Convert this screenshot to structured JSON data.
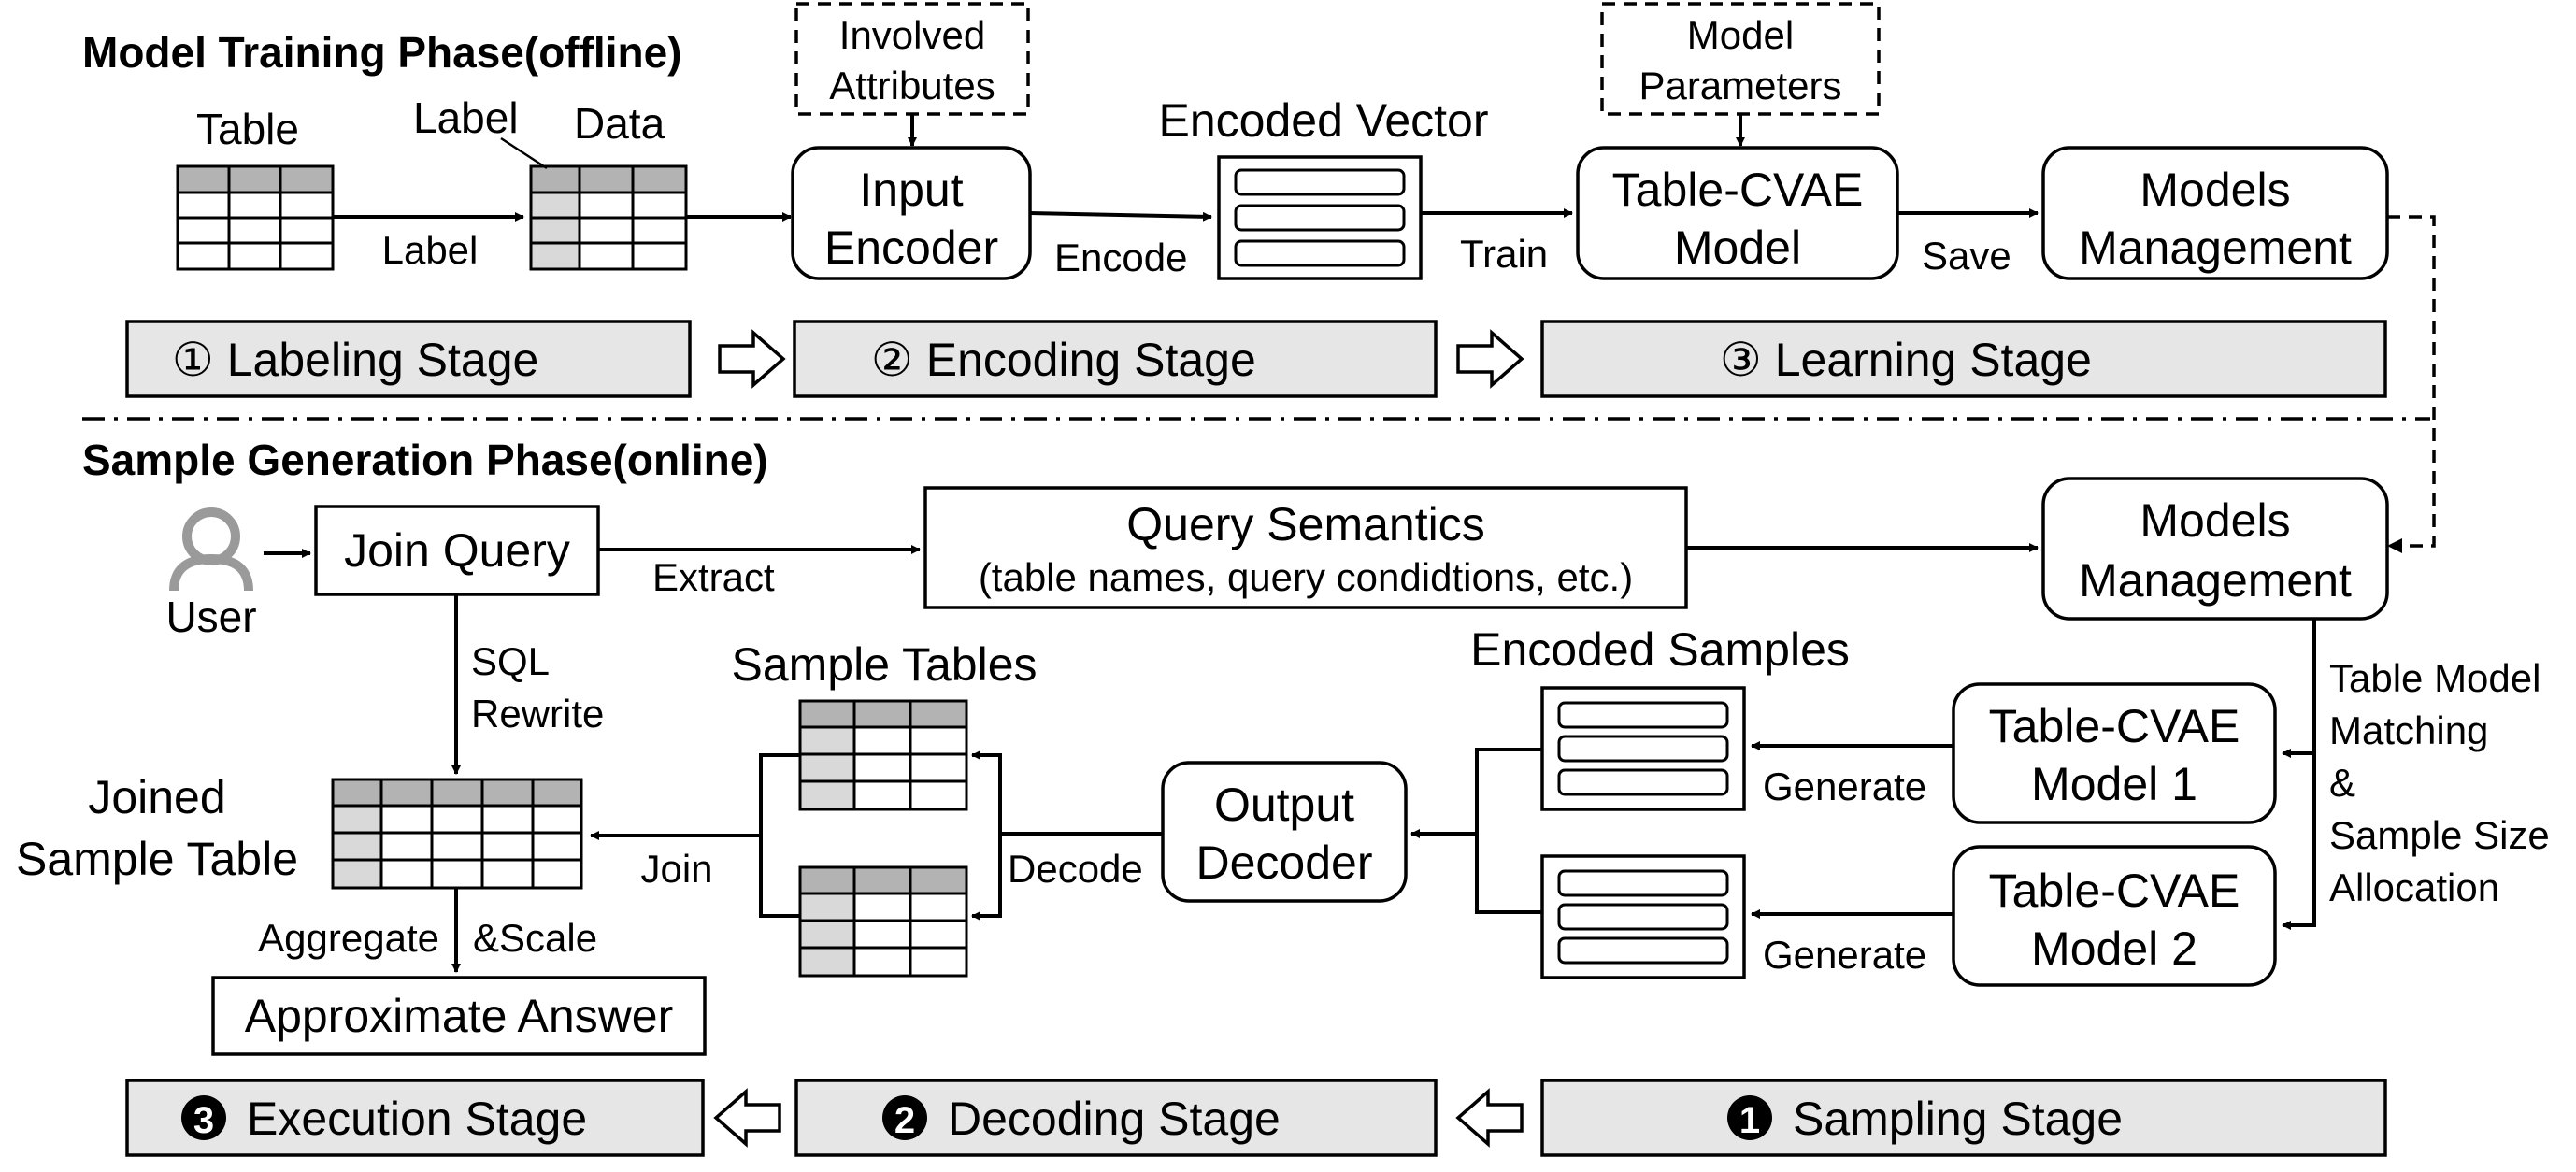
{
  "training": {
    "title": "Model Training Phase(offline)",
    "table_label": "Table",
    "labeled_label": "Label",
    "data_label": "Data",
    "edge_label": "Label",
    "involved_line1": "Involved",
    "involved_line2": "Attributes",
    "input_encoder_line1": "Input",
    "input_encoder_line2": "Encoder",
    "encode_label": "Encode",
    "encoded_vector": "Encoded Vector",
    "train_label": "Train",
    "params_line1": "Model",
    "params_line2": "Parameters",
    "cvae_line1": "Table-CVAE",
    "cvae_line2": "Model",
    "save_label": "Save",
    "mgmt_line1": "Models",
    "mgmt_line2": "Management",
    "stage1": "① Labeling Stage",
    "stage2": "② Encoding Stage",
    "stage3": "③ Learning Stage"
  },
  "generation": {
    "title": "Sample Generation Phase(online)",
    "user_label": "User",
    "join_query": "Join Query",
    "extract_label": "Extract",
    "semantics_line1": "Query Semantics",
    "semantics_line2": "(table names, query condidtions, etc.)",
    "mgmt_line1": "Models",
    "mgmt_line2": "Management",
    "sql_line1": "SQL",
    "sql_line2": "Rewrite",
    "sample_tables": "Sample Tables",
    "encoded_samples": "Encoded Samples",
    "matching_line1": "Table Model",
    "matching_line2": "Matching",
    "matching_line3": "&",
    "matching_line4": "Sample Size",
    "matching_line5": "Allocation",
    "cvae1_line1": "Table-CVAE",
    "cvae1_line2": "Model 1",
    "cvae2_line1": "Table-CVAE",
    "cvae2_line2": "Model 2",
    "generate_label": "Generate",
    "output_decoder_line1": "Output",
    "output_decoder_line2": "Decoder",
    "decode_label": "Decode",
    "join_label": "Join",
    "joined_line1": "Joined",
    "joined_line2": "Sample Table",
    "aggregate_label": "Aggregate",
    "scale_label": "&Scale",
    "approx_answer": "Approximate Answer",
    "stage_exec": "Execution Stage",
    "stage_decode": "Decoding Stage",
    "stage_sample": "Sampling Stage",
    "badge3": "3",
    "badge2": "2",
    "badge1": "1"
  },
  "colors": {
    "stage_fill": "#e6e6e6",
    "header_fill": "#b3b3b3",
    "label_col_fill": "#d9d9d9",
    "user_icon": "#9a9a9a"
  }
}
